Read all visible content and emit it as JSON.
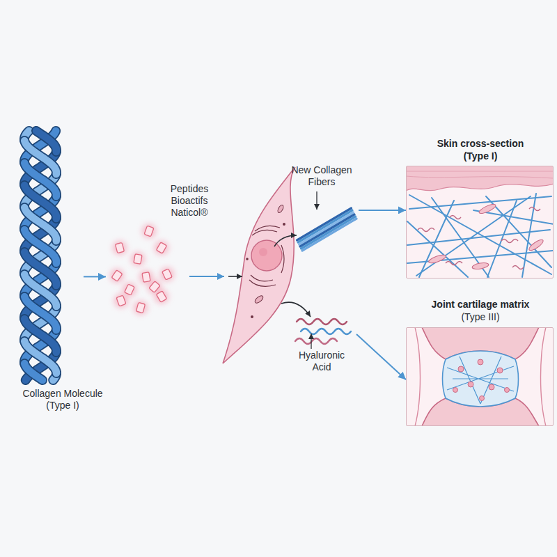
{
  "diagram": {
    "nodes": [
      {
        "text": [
          "Collagen Molecule (Type I)"
        ]
      },
      {
        "text": [
          "Peptides Bioactifs Naticol®"
        ]
      },
      {
        "text": [
          "New Collagen Fibers"
        ]
      },
      {
        "text": [
          "Skin cross-section",
          "(Type I)"
        ]
      },
      {
        "text": [
          "Hyaluronic Acid"
        ]
      },
      {
        "text": [
          "Joint cartilage matrix",
          "(Type III)"
        ]
      }
    ],
    "edges": [
      {
        "from": 0,
        "to": 1,
        "arrow": "to"
      },
      {
        "from": 2,
        "to": 3,
        "arrow": "to"
      },
      {
        "from": 4,
        "to": 5,
        "arrow": "to"
      }
    ]
  }
}
